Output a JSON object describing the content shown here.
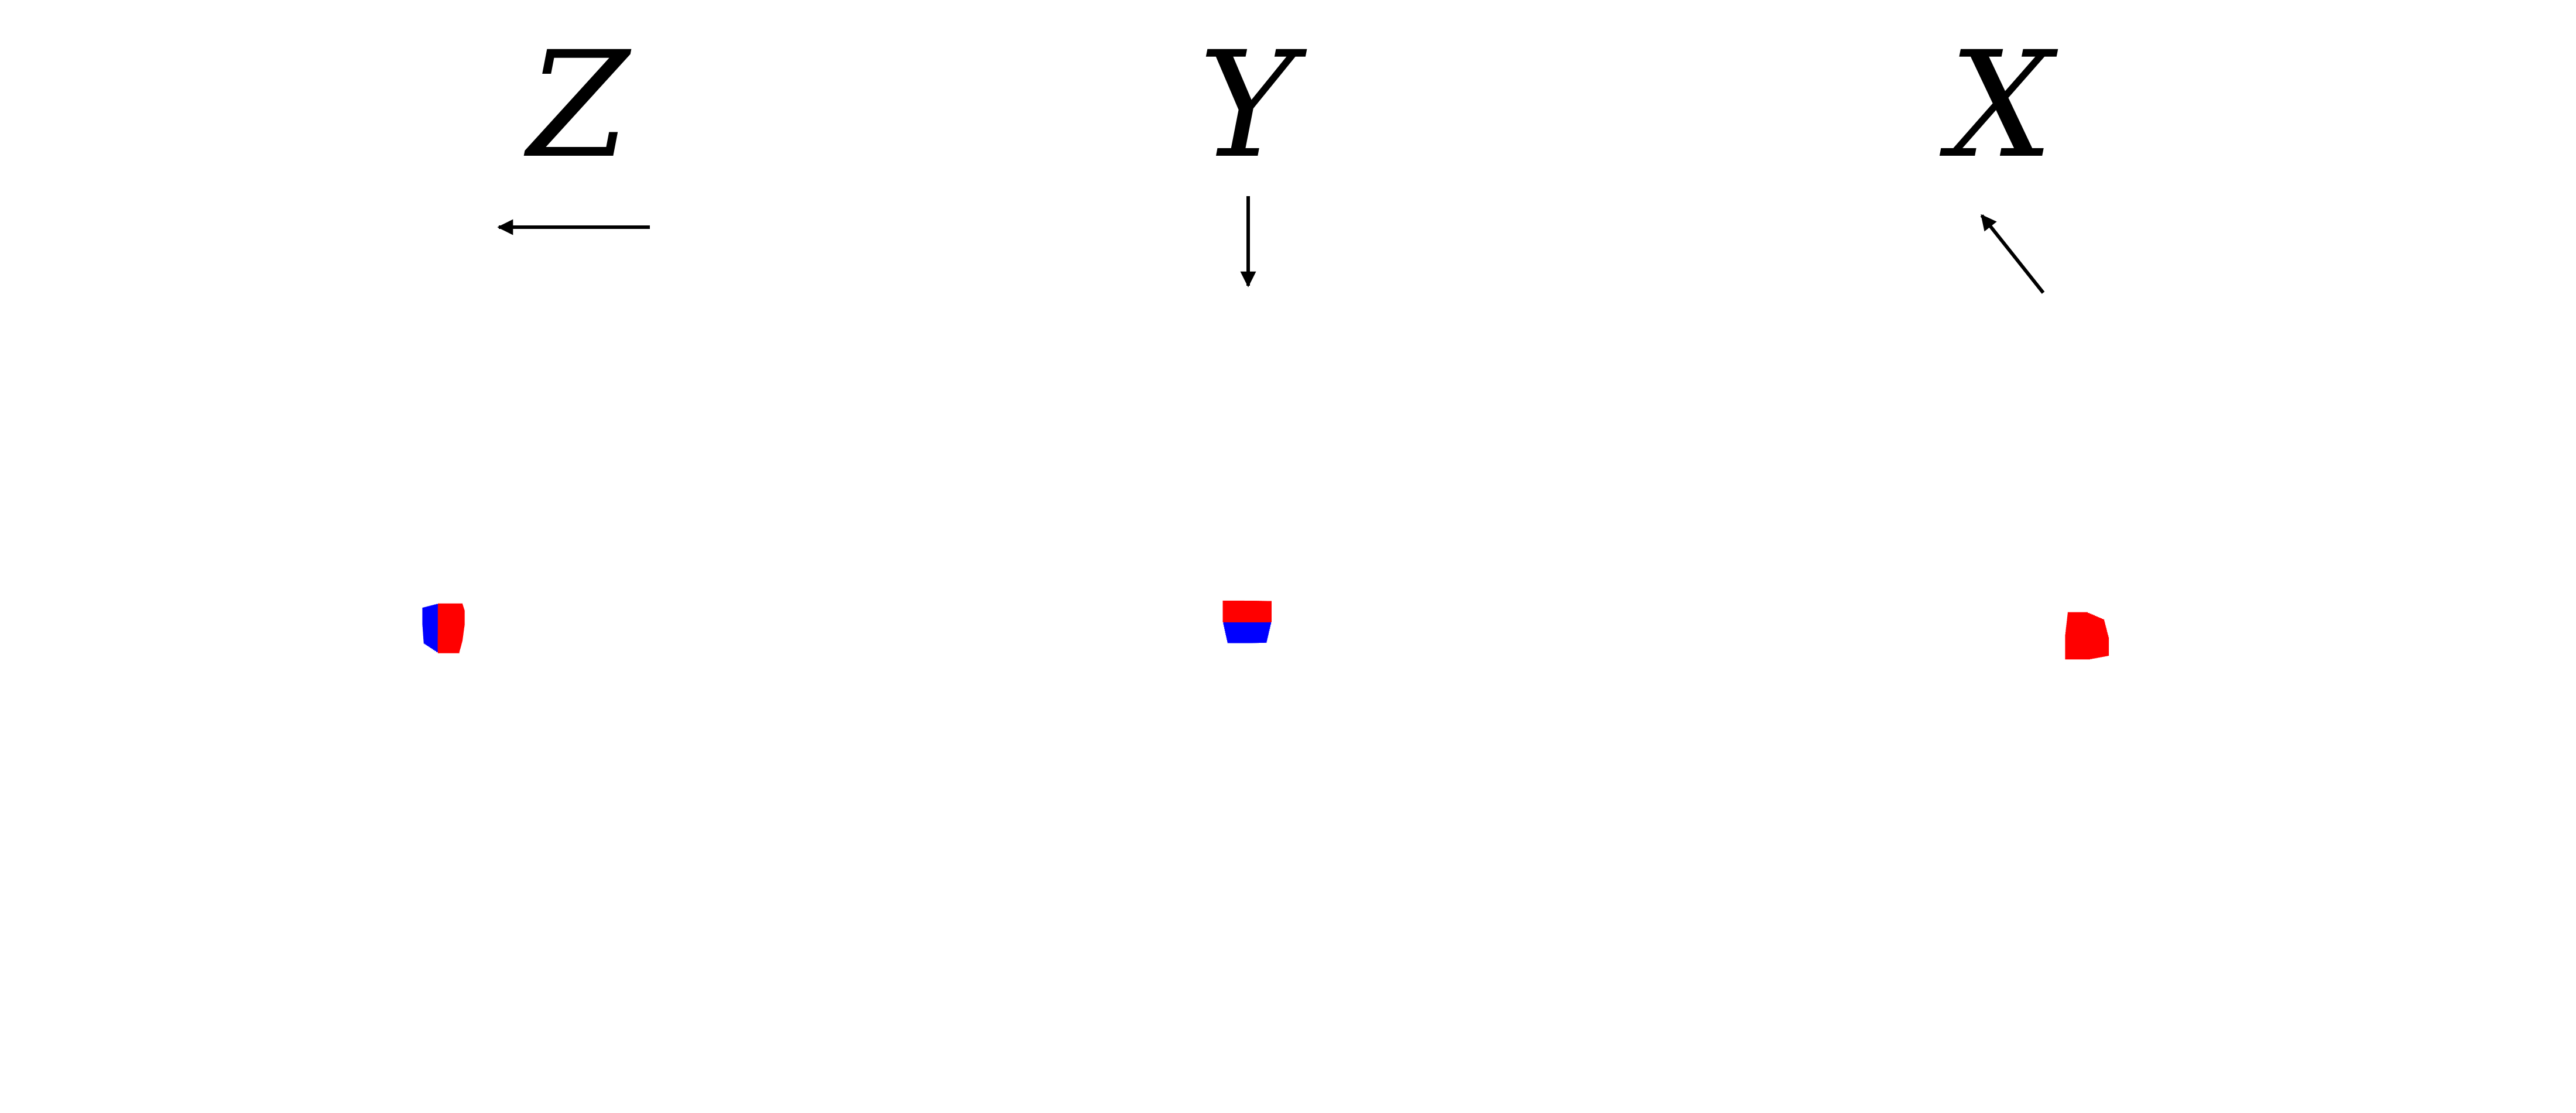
{
  "views": [
    {
      "id": "z",
      "label": "Z",
      "arrow": "left"
    },
    {
      "id": "y",
      "label": "Y",
      "arrow": "down"
    },
    {
      "id": "x",
      "label": "X",
      "arrow": "up-left"
    }
  ],
  "colors": {
    "bulk": "#0000ff",
    "surface": "#ff0000",
    "arrow": "#000000",
    "background": "#ffffff"
  }
}
